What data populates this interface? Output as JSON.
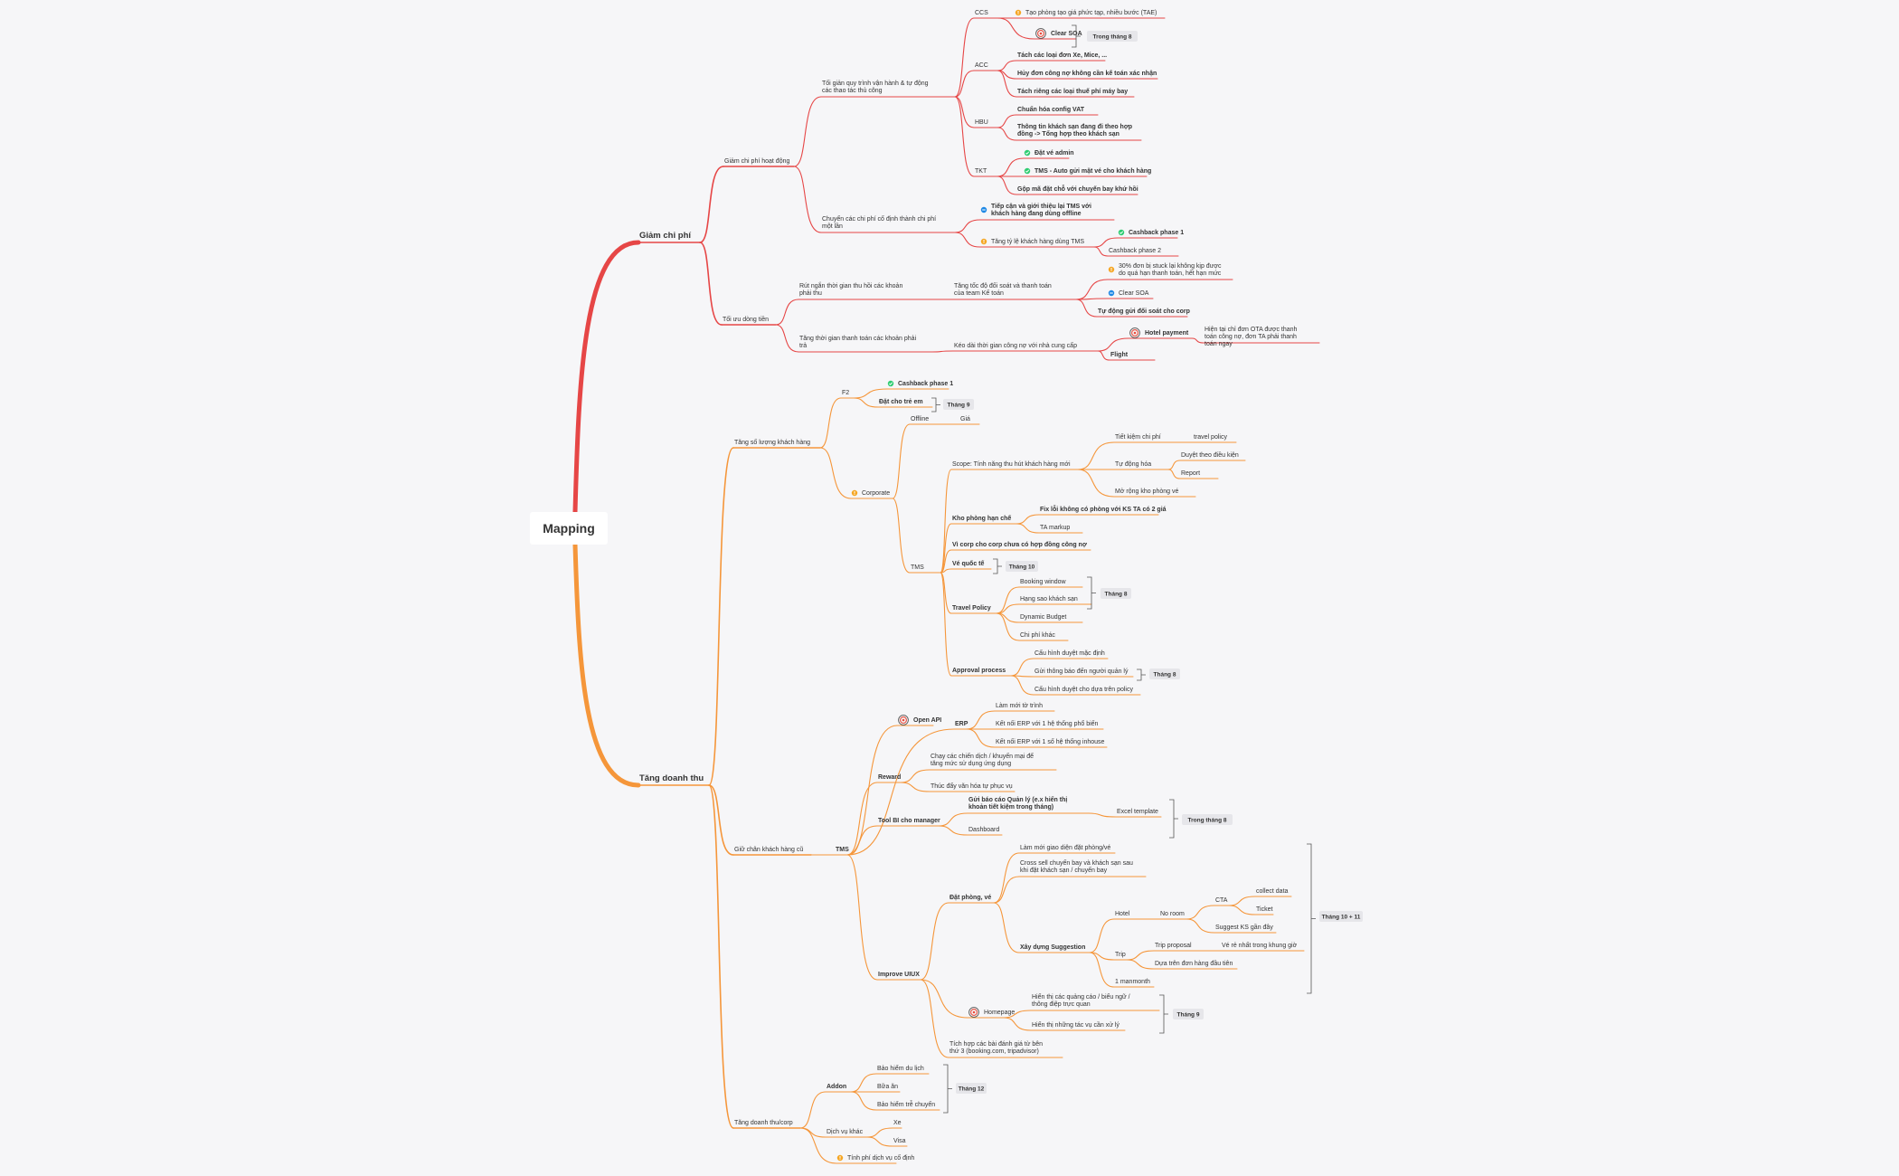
{
  "title": "Mapping",
  "colors": {
    "red": "#e64646",
    "orange": "#f5963a",
    "check": "#2ecc71",
    "info": "#1e88e5",
    "warn": "#f5a623",
    "target": "#e74c3c"
  },
  "icons": {
    "check": "check-icon",
    "info": "info-icon",
    "warn": "warning-icon",
    "target": "target-icon"
  },
  "branches": [
    {
      "label": "Giảm chi phí",
      "color": "#e64646",
      "children": [
        {
          "label": "Giảm chi phí hoạt động",
          "children": [
            {
              "label": "Tối giản quy trình vận hành & tự động các thao tác thủ công",
              "children": [
                {
                  "label": "CCS",
                  "children": [
                    {
                      "label": "Tạo phòng tạo giá phức tạp, nhiều bước (TAE)",
                      "icon": "warn"
                    },
                    {
                      "label": "Clear SOA",
                      "icon": "target",
                      "bold": true
                    }
                  ]
                },
                {
                  "label": "ACC",
                  "children": [
                    {
                      "label": "Tách các loại đơn Xe, Mice, ...",
                      "bold": true
                    },
                    {
                      "label": "Hủy đơn công nợ không cần kế toán xác nhận",
                      "bold": true
                    },
                    {
                      "label": "Tách riêng các loại thuế phí máy bay",
                      "bold": true
                    }
                  ]
                },
                {
                  "label": "HBU",
                  "children": [
                    {
                      "label": "Chuẩn hóa config VAT",
                      "bold": true
                    },
                    {
                      "label": "Thông tin khách sạn đang đi theo hợp đồng -> Tổng hợp theo khách sạn",
                      "bold": true
                    }
                  ]
                },
                {
                  "label": "TKT",
                  "children": [
                    {
                      "label": "Đặt vé admin",
                      "icon": "check",
                      "bold": true
                    },
                    {
                      "label": "TMS - Auto gửi mặt vé cho khách hàng",
                      "icon": "check",
                      "bold": true
                    },
                    {
                      "label": "Gộp mã đặt chỗ với chuyến bay khứ hồi",
                      "bold": true
                    }
                  ]
                }
              ]
            },
            {
              "label": "Chuyển các chi phí cố định thành chi phí một lần",
              "children": [
                {
                  "label": "Tiếp cận và giới thiệu lại TMS với khách hàng đang dùng offline",
                  "icon": "info",
                  "bold": true
                },
                {
                  "label": "Tăng tỷ lệ khách hàng dùng TMS",
                  "icon": "warn",
                  "children": [
                    {
                      "label": "Cashback phase 1",
                      "icon": "check",
                      "bold": true
                    },
                    {
                      "label": "Cashback phase 2"
                    }
                  ]
                }
              ]
            }
          ]
        },
        {
          "label": "Tối ưu dòng tiền",
          "children": [
            {
              "label": "Rút ngắn thời gian thu hồi các khoản phải thu",
              "children": [
                {
                  "label": "Tăng tốc độ đối soát và thanh toán của team Kế toán",
                  "children": [
                    {
                      "label": "30% đơn bị stuck lại không kịp được do quá hạn thanh toán, hết hạn mức",
                      "icon": "warn"
                    },
                    {
                      "label": "Clear SOA",
                      "icon": "info"
                    },
                    {
                      "label": "Tự động gửi đối soát cho corp",
                      "bold": true
                    }
                  ]
                }
              ]
            },
            {
              "label": "Tăng thời gian thanh toán các khoản phải trả",
              "children": [
                {
                  "label": "Kéo dài thời gian công nợ với nhà cung cấp",
                  "children": [
                    {
                      "label": "Hotel payment",
                      "icon": "target",
                      "bold": true,
                      "children": [
                        {
                          "label": "Hiện tại chỉ đơn OTA được thanh toán công nợ, đơn TA phải thanh toán ngay"
                        }
                      ]
                    },
                    {
                      "label": "Flight",
                      "bold": true
                    }
                  ]
                }
              ]
            }
          ]
        }
      ]
    },
    {
      "label": "Tăng doanh thu",
      "color": "#f5963a",
      "children": [
        {
          "label": "Tăng số lượng khách hàng",
          "children": [
            {
              "label": "F2",
              "children": [
                {
                  "label": "Cashback phase 1",
                  "icon": "check",
                  "bold": true
                },
                {
                  "label": "Đặt cho trẻ em",
                  "bold": true
                }
              ]
            },
            {
              "label": "Corporate",
              "icon": "warn",
              "children": [
                {
                  "label": "Offline",
                  "children": [
                    {
                      "label": "Giá"
                    }
                  ]
                },
                {
                  "label": "TMS",
                  "children": [
                    {
                      "label": "Scope: Tính năng thu hút khách hàng mới",
                      "children": [
                        {
                          "label": "Tiết kiệm chi phí",
                          "children": [
                            {
                              "label": "travel policy"
                            }
                          ]
                        },
                        {
                          "label": "Tự động hóa",
                          "children": [
                            {
                              "label": "Duyệt theo điều kiện"
                            },
                            {
                              "label": "Report"
                            }
                          ]
                        },
                        {
                          "label": "Mở rộng kho phòng vé"
                        }
                      ]
                    },
                    {
                      "label": "Kho phòng hạn chế",
                      "bold": true,
                      "children": [
                        {
                          "label": "Fix lỗi không có phòng với KS TA có 2 giá",
                          "bold": true
                        },
                        {
                          "label": "TA markup"
                        }
                      ]
                    },
                    {
                      "label": "Vì corp cho corp chưa có hợp đồng công nợ",
                      "bold": true
                    },
                    {
                      "label": "Vé quốc tế",
                      "bold": true
                    },
                    {
                      "label": "Travel Policy",
                      "bold": true,
                      "children": [
                        {
                          "label": "Booking window"
                        },
                        {
                          "label": "Hạng sao khách sạn"
                        },
                        {
                          "label": "Dynamic Budget"
                        },
                        {
                          "label": "Chi phí khác"
                        }
                      ]
                    },
                    {
                      "label": "Approval process",
                      "bold": true,
                      "children": [
                        {
                          "label": "Cấu hình duyệt mặc định"
                        },
                        {
                          "label": "Gửi thông báo đến người quản lý"
                        },
                        {
                          "label": "Cấu hình duyệt cho dựa trên policy"
                        }
                      ]
                    }
                  ]
                }
              ]
            }
          ]
        },
        {
          "label": "Giữ chân khách hàng cũ",
          "children": [
            {
              "label": "TMS",
              "bold": true,
              "children": [
                {
                  "label": "Open API",
                  "icon": "target",
                  "bold": true
                },
                {
                  "label": "ERP",
                  "bold": true,
                  "children": [
                    {
                      "label": "Làm mới tờ trình"
                    },
                    {
                      "label": "Kết nối ERP với 1 hệ thống phổ biến"
                    },
                    {
                      "label": "Kết nối ERP với 1 số hệ thống inhouse"
                    }
                  ]
                },
                {
                  "label": "Reward",
                  "bold": true,
                  "children": [
                    {
                      "label": "Chạy các chiến dịch / khuyến mại để tăng mức sử dụng ứng dụng"
                    },
                    {
                      "label": "Thúc đẩy văn hóa tự phục vụ"
                    }
                  ]
                },
                {
                  "label": "Tool BI cho manager",
                  "bold": true,
                  "children": [
                    {
                      "label": "Gửi báo cáo Quản lý (e.x hiển thị khoản tiết kiệm trong tháng)",
                      "bold": true,
                      "children": [
                        {
                          "label": "Excel template"
                        }
                      ]
                    },
                    {
                      "label": "Dashboard"
                    }
                  ]
                },
                {
                  "label": "Improve UIUX",
                  "bold": true,
                  "children": [
                    {
                      "label": "Đặt phòng, vé",
                      "bold": true,
                      "children": [
                        {
                          "label": "Làm mới giao diện đặt phòng/vé"
                        },
                        {
                          "label": "Cross sell chuyến bay và khách sạn sau khi đặt khách sạn / chuyến bay"
                        },
                        {
                          "label": "Xây dựng Suggestion",
                          "bold": true,
                          "children": [
                            {
                              "label": "Hotel",
                              "children": [
                                {
                                  "label": "No room",
                                  "children": [
                                    {
                                      "label": "CTA",
                                      "children": [
                                        {
                                          "label": "collect data"
                                        },
                                        {
                                          "label": "Ticket"
                                        }
                                      ]
                                    },
                                    {
                                      "label": "Suggest KS gần đây"
                                    }
                                  ]
                                }
                              ]
                            },
                            {
                              "label": "Trip",
                              "children": [
                                {
                                  "label": "Trip proposal",
                                  "children": [
                                    {
                                      "label": "Vé rẻ nhất trong khung giờ"
                                    }
                                  ]
                                },
                                {
                                  "label": "Dựa trên đơn hàng đầu tiên"
                                }
                              ]
                            },
                            {
                              "label": "1 manmonth"
                            }
                          ]
                        }
                      ]
                    },
                    {
                      "label": "Homepage",
                      "icon": "target",
                      "children": [
                        {
                          "label": "Hiển thị các quảng cáo / biểu ngữ / thông điệp trực quan"
                        },
                        {
                          "label": "Hiển thị những tác vụ cần xử lý"
                        }
                      ]
                    },
                    {
                      "label": "Tích hợp các bài đánh giá từ bên thứ 3 (booking.com, tripadvisor)"
                    }
                  ]
                }
              ]
            }
          ]
        },
        {
          "label": "Tăng doanh thu/corp",
          "children": [
            {
              "label": "Addon",
              "bold": true,
              "children": [
                {
                  "label": "Bảo hiểm du lịch"
                },
                {
                  "label": "Bữa ăn"
                },
                {
                  "label": "Bảo hiểm trễ chuyến"
                }
              ]
            },
            {
              "label": "Dịch vụ khác",
              "children": [
                {
                  "label": "Xe"
                },
                {
                  "label": "Visa"
                }
              ]
            },
            {
              "label": "Tính phí dịch vụ cố định",
              "icon": "warn"
            }
          ]
        }
      ]
    }
  ],
  "timeline_tags": [
    "Trong tháng 8",
    "Tháng 9",
    "Tháng 10",
    "Tháng 8",
    "Tháng 8",
    "Trong tháng 8",
    "Tháng 10 + 11",
    "Tháng 9",
    "Tháng 12"
  ]
}
